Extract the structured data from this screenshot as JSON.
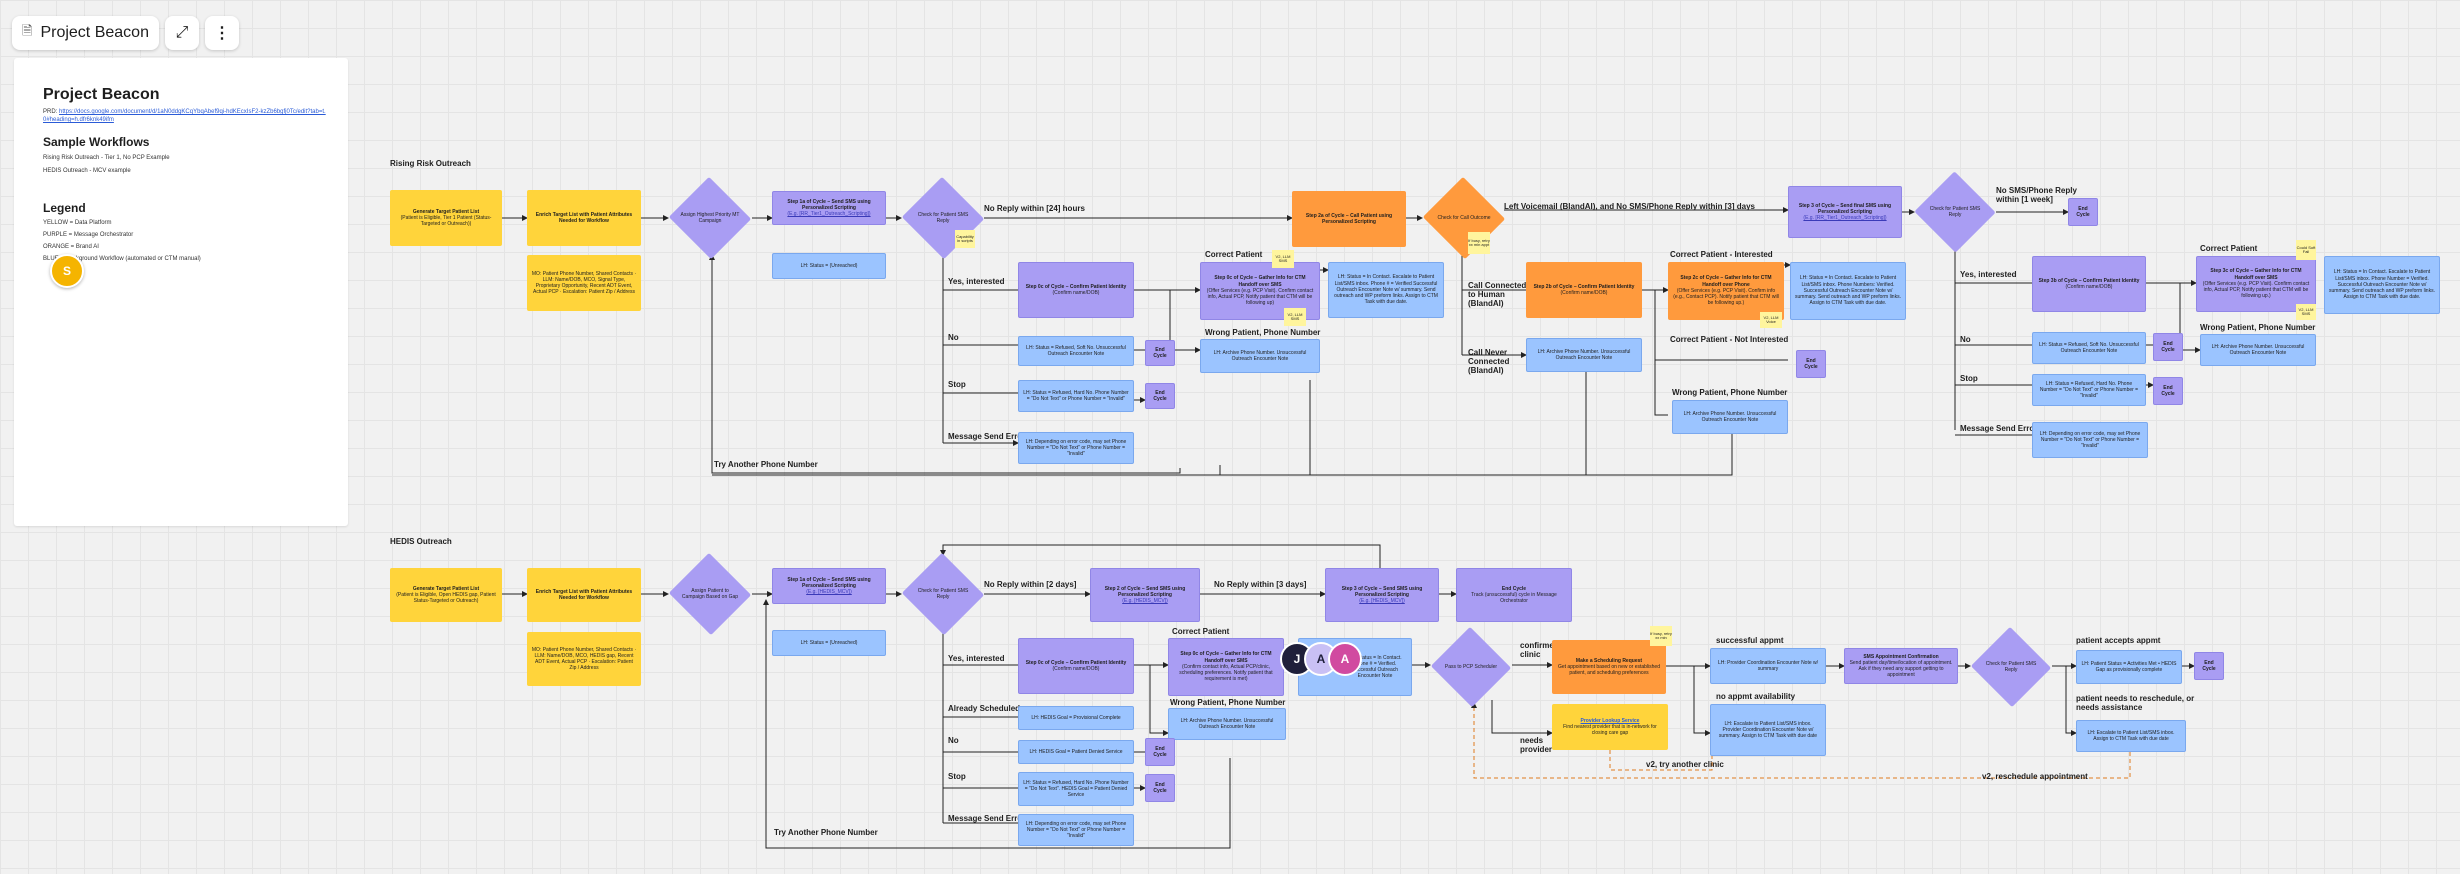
{
  "board": {
    "title": "Project Beacon"
  },
  "doc": {
    "title": "Project Beacon",
    "prd_label": "PRD:",
    "prd_link": "https://docs.google.com/document/d/1aN0ddgKCqYbqAbef9qi-hdKEcxIsF2-kzZb6bgfj0Tc/edit?tab=t.0#heading=h.dfr6knk49ifm",
    "workflows_heading": "Sample Workflows",
    "workflow_1": "Rising Risk Outreach - Tier 1, No PCP Example",
    "workflow_2": "HEDIS Outreach - MCV example",
    "legend_heading": "Legend",
    "legend_1": "YELLOW = Data Platform",
    "legend_2": "PURPLE = Message Orchestrator",
    "legend_3": "ORANGE = Brand AI",
    "legend_4": "BLUE = Background Workflow (automated or CTM manual)"
  },
  "avatars": {
    "s": "S",
    "j": "J",
    "a": "A"
  },
  "rising": {
    "title": "Rising Risk Outreach",
    "gen": "Generate Target Patient List",
    "gen_sub": "(Patient is Eligible, Tier 1 Patient (Status-Targeted or Outreach))",
    "enrich": "Enrich Target List with Patient Attributes Needed for Workflow",
    "enrich_note": "MO: Patient Phone Number, Shared Contacts · LLM: Name/DOB, MCO, Signal Type, Proprietary Opportunity, Recent ADT Event, Actual PCP · Escalation: Patient Zip / Address",
    "assign": "Assign Highest Priority MT Campaign",
    "step1a": "Step 1a of Cycle – Send SMS using Personalized Scripting",
    "step1a_sub": "(E.g. [RR_Tier1_Outreach_Scripting])",
    "lh_unreached": "LH: Status = (Unreached)",
    "check_sms": "Check for Patient SMS Reply",
    "sticky_1": "Capability in scripts",
    "no_reply_24": "No Reply within [24] hours",
    "yes_interested": "Yes, interested",
    "confirm_identity": "Step 0c of Cycle – Confirm Patient Identity",
    "confirm_identity_sub": "(Confirm name/DOB)",
    "correct_patient": "Correct Patient",
    "gather_info": "Step 0c of Cycle – Gather Info for CTM Handoff over SMS",
    "gather_info_sub": "(Offer Services (e.g. PCP Visit). Confirm contact info, Actual PCP, Notify patient that CTM will be following up)",
    "lh_escalate": "LH: Status = In Contact. Escalate to Patient List/SMS inbox. Phone # = Verified Successful Outreach Encounter Note w/ summary. Send outreach and WP preform links. Assign to CTM Task with due date.",
    "sticky_2": "V2, LLM SMS",
    "sticky_3": "V2, LLM SMS",
    "wrong_patient": "Wrong Patient, Phone Number",
    "lh_archive": "LH: Archive Phone Number. Unsuccessful Outreach Encounter Note",
    "no": "No",
    "lh_refused_soft": "LH: Status = Refused, Soft No. Unsuccessful Outreach Encounter Note",
    "end_cycle": "End Cycle",
    "stop": "Stop",
    "lh_refused_hard": "LH: Status = Refused, Hard No. Phone Number = \"Do Not Text\" or Phone Number = \"Invalid\"",
    "msg_send_error": "Message Send Error",
    "lh_error": "LH: Depending on error code, may set Phone Number = \"Do Not Text\" or Phone Number = \"Invalid\"",
    "try_another": "Try Another Phone Number",
    "step2a": "Step 2a of Cycle – Call Patient using Personalized Scripting",
    "check_call": "Check for Call Outcome",
    "sticky_4": "If busy, retry xx min appt",
    "left_vm": "Left Voicemail (BlandAI), and No SMS/Phone Reply within [3] days",
    "call_connected": "Call Connected to Human (BlandAI)",
    "confirm_identity_2": "Step 2b of Cycle – Confirm Patient Identity",
    "confirm_identity_2_sub": "(Confirm name/DOB)",
    "call_never": "Call Never Connected (BlandAI)",
    "lh_archive_call": "LH: Archive Phone Number. Unsuccessful Outreach Encounter Note",
    "correct_interested": "Correct Patient - Interested",
    "gather_phone": "Step 2c of Cycle – Gather Info for CTM Handoff over Phone",
    "gather_phone_sub": "(Offer Services (e.g. PCP Visit). Confirm info (e.g., Contact PCP). Notify patient that CTM will be following up.)",
    "sticky_5": "V2, LLM Voice",
    "lh_escalate_2": "LH: Status = In Contact. Escalate to Patient List/SMS inbox. Phone Numbers: Verified. Successful Outreach Encounter Note w/ summary. Send outreach and WP preform links. Assign to CTM Task with due date.",
    "correct_not_interested": "Correct Patient - Not Interested",
    "wrong_patient_2": "Wrong Patient, Phone Number",
    "lh_archive_2": "LH: Archive Phone Number. Unsuccessful Outreach Encounter Note",
    "step3": "Step 3 of Cycle – Send final SMS using Personalized Scripting",
    "step3_sub": "(E.g. [RR_Tier1_Outreach_Scripting])",
    "check_sms_2": "Check for Patient SMS Reply",
    "no_reply_1w": "No SMS/Phone Reply within [1 week]",
    "yes_interested_2": "Yes, interested",
    "confirm_identity_3": "Step 3b of Cycle – Confirm Patient Identity",
    "confirm_identity_3_sub": "(Confirm name/DOB)",
    "correct_patient_2": "Correct Patient",
    "gather_info_3": "Step 3c of Cycle – Gather Info for CTM Handoff over SMS",
    "gather_info_3_sub": "(Offer Services (e.g. PCP Visit). Confirm contact info, Actual PCP, Notify patient that CTM will be following up.)",
    "lh_escalate_3": "LH: Status = In Contact. Escalate to Patient List/SMS inbox. Phone Number = Verified. Successful Outreach Encounter Note w/ summary. Send outreach and WP preform links. Assign to CTM Task with due date.",
    "sticky_6": "Could Soft Fail",
    "sticky_7": "V2, LLM SMS",
    "wrong_patient_3": "Wrong Patient, Phone Number",
    "lh_archive_3": "LH: Archive Phone Number. Unsuccessful Outreach Encounter Note",
    "no_2": "No",
    "lh_refused_soft_2": "LH: Status = Refused, Soft No. Unsuccessful Outreach Encounter Note",
    "stop_2": "Stop",
    "lh_refused_hard_2": "LH: Status = Refused, Hard No. Phone Number = \"Do Not Text\" or Phone Number = \"Invalid\"",
    "msg_send_error_2": "Message Send Error",
    "lh_error_2": "LH: Depending on error code, may set Phone Number = \"Do Not Text\" or Phone Number = \"Invalid\""
  },
  "hedis": {
    "title": "HEDIS Outreach",
    "gen": "Generate Target Patient List",
    "gen_sub": "(Patient is Eligible, Open HEDIS gap, Patient Status-Targeted or Outreach)",
    "enrich": "Enrich Target List with Patient Attributes Needed for Workflow",
    "enrich_note": "MO: Patient Phone Number, Shared Contacts · LLM: Name/DOB, MCO, HEDIS gap, Recent ADT Event, Actual PCP · Escalation: Patient Zip / Address",
    "assign": "Assign Patient to Campaign Based on Gap",
    "step1a": "Step 1a of Cycle – Send SMS using Personalized Scripting",
    "step1a_sub": "(E.g. [HEDIS_MCV])",
    "lh_unreached": "LH: Status = (Unreached)",
    "check_sms": "Check for Patient SMS Reply",
    "no_reply_2d": "No Reply within [2 days]",
    "step2": "Step 2 of Cycle – Send SMS using Personalized Scripting",
    "step2_sub": "(E.g. [HEDIS_MCV])",
    "no_reply_3d": "No Reply within [3 days]",
    "step3": "Step 3 of Cycle – Send SMS using Personalized Scripting",
    "step3_sub": "(E.g. [HEDIS_MCV])",
    "end_cycle_box": "End Cycle",
    "end_cycle_box_sub": "Track (unsuccessful) cycle in Message Orchestrator",
    "yes_interested": "Yes, interested",
    "confirm_identity": "Step 0c of Cycle – Confirm Patient Identity",
    "confirm_identity_sub": "(Confirm name/DOB)",
    "correct_patient": "Correct Patient",
    "gather_info": "Step 0c of Cycle – Gather Info for CTM Handoff over SMS",
    "gather_info_sub": "(Confirm contact info, Actual PCP/clinic, scheduling preferences. Notify patient that requirement is met)",
    "lh_contact": "LH: Status = In Contact. Phone # = Verified. Successful Outreach Encounter Note",
    "wrong_patient": "Wrong Patient, Phone Number",
    "lh_archive": "LH: Archive Phone Number. Unsuccessful Outreach Encounter Note",
    "already_scheduled": "Already Scheduled",
    "lh_hedis_prov": "LH: HEDIS Goal = Provisional Complete",
    "no": "No",
    "lh_hedis_declined": "LH: HEDIS Goal = Patient Denied Service",
    "end_cycle": "End Cycle",
    "stop": "Stop",
    "lh_refused_hard": "LH: Status = Refused, Hard No. Phone Number = \"Do Not Text\". HEDIS Goal = Patient Denied Service",
    "msg_send_error": "Message Send Error",
    "lh_error": "LH: Depending on error code, may set Phone Number = \"Do Not Text\" or Phone Number = \"Invalid\"",
    "try_another": "Try Another Phone Number",
    "pass_scheduler": "Pass to PCP Scheduler",
    "confirmed_clinic": "confirmed clinic",
    "needs_provider": "needs provider",
    "sched_request": "Make a Scheduling Request",
    "sched_request_sub": "Get appointment based on new or established patient, and scheduling preferences",
    "sticky_8": "If busy, retry xx min",
    "provider_lookup": "Provider Lookup Service",
    "provider_lookup_sub": "Find nearest provider that is in-network for closing care gap",
    "v2_try_clinic": "v2, try another clinic",
    "successful_appt": "successful appmt",
    "lh_provider_coord": "LH: Provider Coordination Encounter Note w/ summary",
    "sms_confirm": "SMS Appointment Confirmation",
    "sms_confirm_sub": "Send patient day/time/location of appointment. Ask if they need any support getting to appointment",
    "check_sms_2": "Check for Patient SMS Reply",
    "patient_accepts": "patient accepts appmt",
    "lh_activities": "LH: Patient Status = Activities Met • HEDIS Gap as provisionally complete",
    "no_appt": "no appmt availability",
    "lh_escalate": "LH: Escalate to Patient List/SMS inbox. Provider Coordination Encounter Note w/ summary. Assign to CTM Task with due date",
    "needs_reschedule": "patient needs to reschedule, or needs assistance",
    "lh_escalate_2": "LH: Escalate to Patient List/SMS inbox. Assign to CTM Task with due date",
    "v2_reschedule": "v2, reschedule appointment"
  },
  "colors": {
    "yellow": "#ffd43b",
    "purple": "#a99df3",
    "orange": "#ff9a3d",
    "blue": "#9bc4ff",
    "sticky": "#fff59d"
  }
}
